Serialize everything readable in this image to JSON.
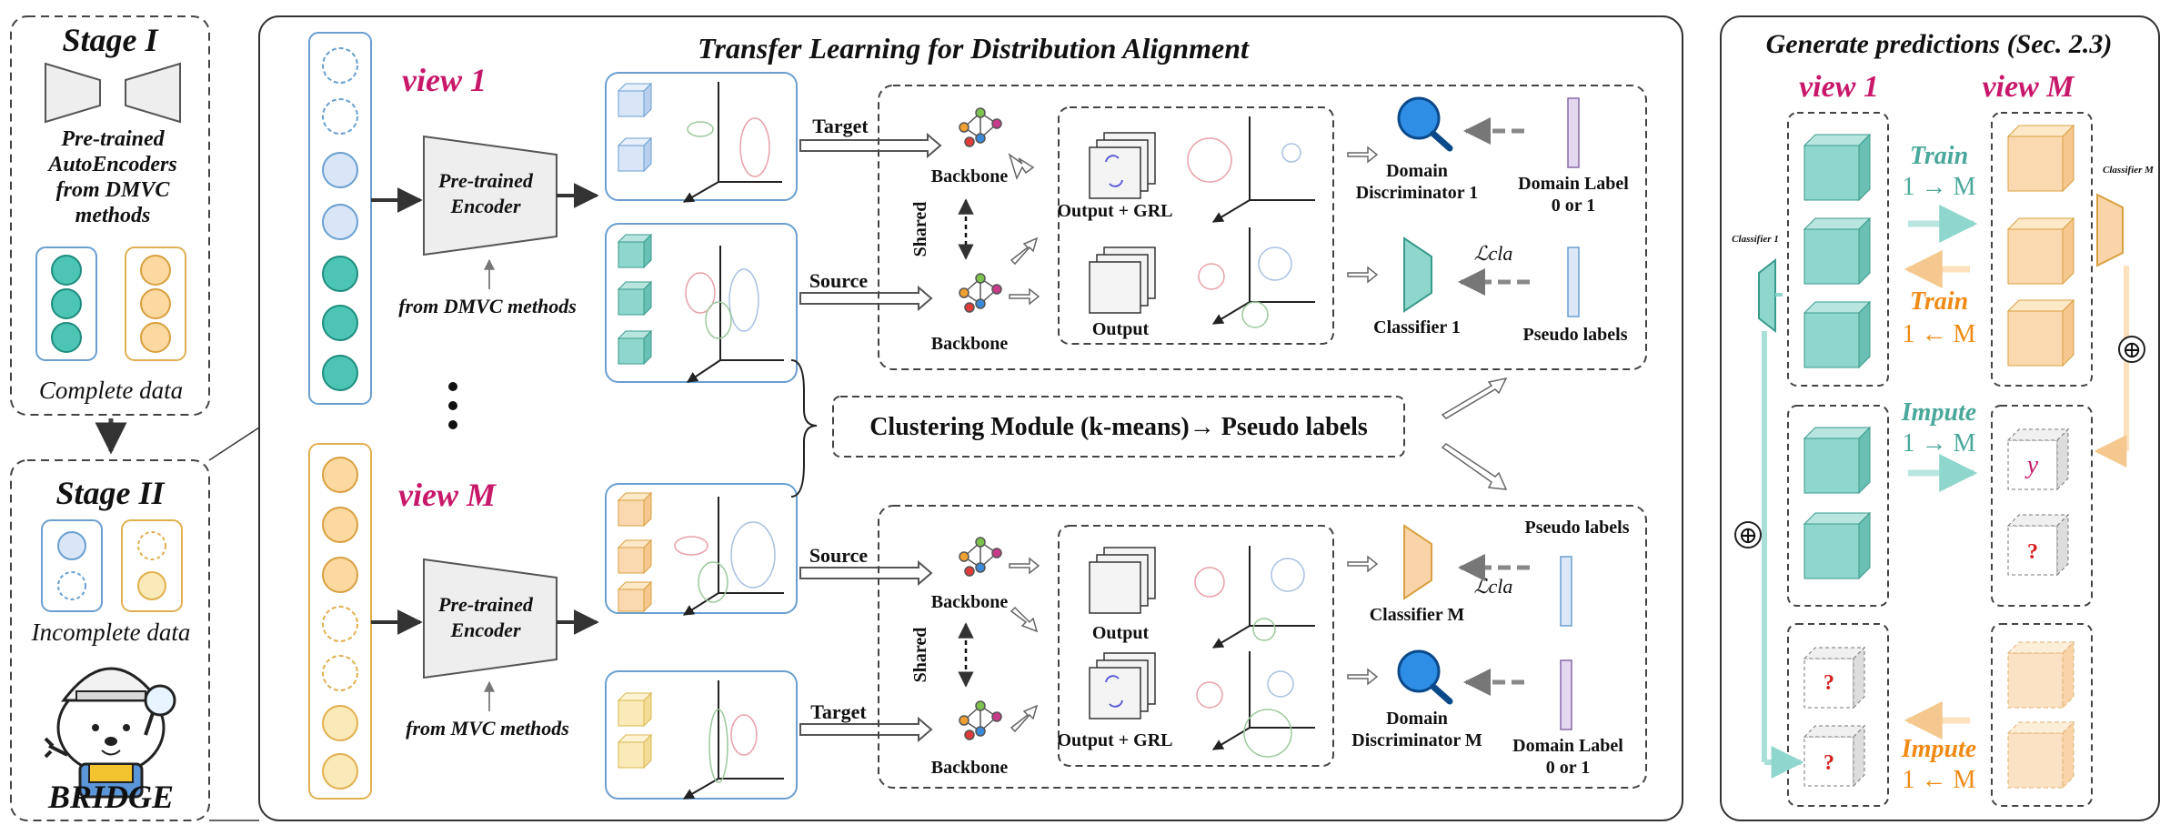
{
  "stage1": {
    "title": "Stage I",
    "desc": [
      "Pre-trained",
      "AutoEncoders",
      "from DMVC",
      "methods"
    ],
    "caption": "Complete data"
  },
  "stage2": {
    "title": "Stage II",
    "caption": "Incomplete data",
    "mascot_label": "BRIDGE"
  },
  "middle": {
    "title": "Transfer Learning for Distribution Alignment",
    "view_top": "view 1",
    "view_bottom": "view M",
    "encoder_label": [
      "Pre-trained",
      "Encoder"
    ],
    "from_top": "from DMVC methods",
    "from_bottom": "from MVC methods",
    "clustering": "Clustering Module (k-means)→ Pseudo labels",
    "top_panel": {
      "target": "Target",
      "source": "Source",
      "backbone": "Backbone",
      "shared": "Shared",
      "output_grl": "Output + GRL",
      "output": "Output",
      "discriminator": [
        "Domain",
        "Discriminator 1"
      ],
      "domain_label": [
        "Domain Label",
        "0 or 1"
      ],
      "classifier": "Classifier 1",
      "pseudo": "Pseudo labels",
      "loss": "ℒcla"
    },
    "bottom_panel": {
      "source": "Source",
      "target": "Target",
      "backbone": "Backbone",
      "shared": "Shared",
      "output": "Output",
      "output_grl": "Output + GRL",
      "classifier": "Classifier M",
      "pseudo": "Pseudo labels",
      "discriminator": [
        "Domain",
        "Discriminator M"
      ],
      "domain_label": [
        "Domain Label",
        "0 or 1"
      ],
      "loss": "ℒcla"
    }
  },
  "right": {
    "title": "Generate predictions (Sec. 2.3)",
    "view1": "view 1",
    "viewM": "view M",
    "classifier1": "Classifier 1",
    "classifierM": "Classifier M",
    "train1": [
      "Train",
      "1 → M"
    ],
    "train2": [
      "Train",
      "1 ← M"
    ],
    "impute1": [
      "Impute",
      "1 → M"
    ],
    "impute2": [
      "Impute",
      "1 ← M"
    ],
    "y_label": "y",
    "q_label": "?",
    "plus": "⊕"
  },
  "colors": {
    "teal": "#8fd6cc",
    "teal_dark": "#4aa89a",
    "orange": "#f8d4a8",
    "orange_dark": "#e0a250",
    "blue": "#d4e2f6",
    "magenta": "#c8186a",
    "yellow": "#faeab8"
  }
}
